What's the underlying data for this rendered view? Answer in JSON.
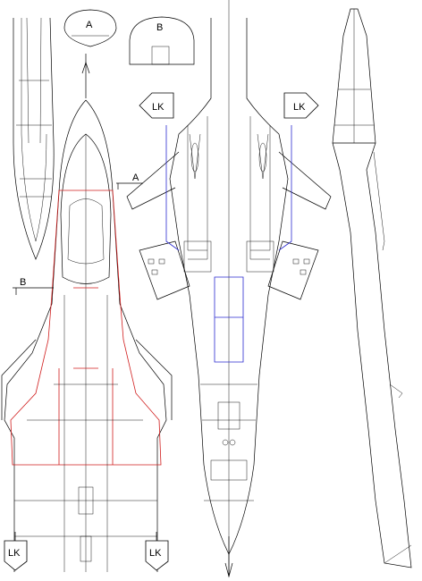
{
  "labels": {
    "section_a": "A",
    "section_b": "B",
    "cut_a": "A",
    "cut_b": "B",
    "lk_left_top": "LK",
    "lk_right_top": "LK",
    "lk_left_bottom": "LK",
    "lk_right_bottom": "LK"
  },
  "colors": {
    "line": "#000000",
    "outline_red": "#d01c1c",
    "outline_blue": "#2a2ad0",
    "background": "#ffffff"
  }
}
